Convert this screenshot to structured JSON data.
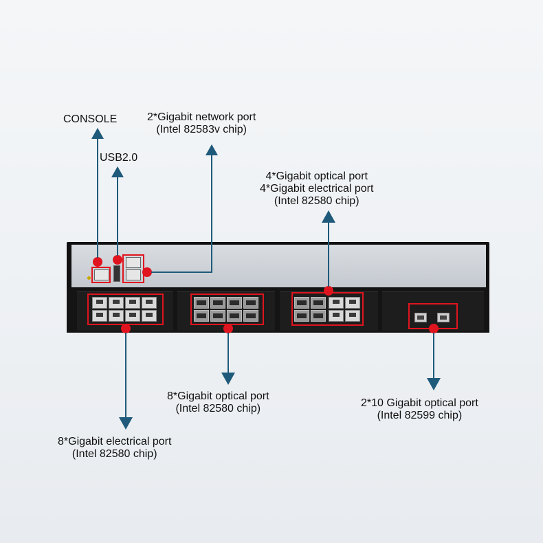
{
  "colors": {
    "accent": "#e0141e",
    "arrow": "#1f5a7a"
  },
  "labels": {
    "console": "CONSOLE",
    "usb": "USB2.0",
    "gigabit_network": [
      "2*Gigabit network port",
      "(Intel 82583v chip)"
    ],
    "combo": [
      "4*Gigabit optical port",
      "4*Gigabit electrical port",
      "(Intel 82580 chip)"
    ],
    "optical8": [
      "8*Gigabit optical port",
      "(Intel 82580 chip)"
    ],
    "tengig": [
      "2*10 Gigabit optical port",
      "(Intel 82599 chip)"
    ],
    "electrical8": [
      "8*Gigabit electrical port",
      "(Intel 82580 chip)"
    ]
  }
}
